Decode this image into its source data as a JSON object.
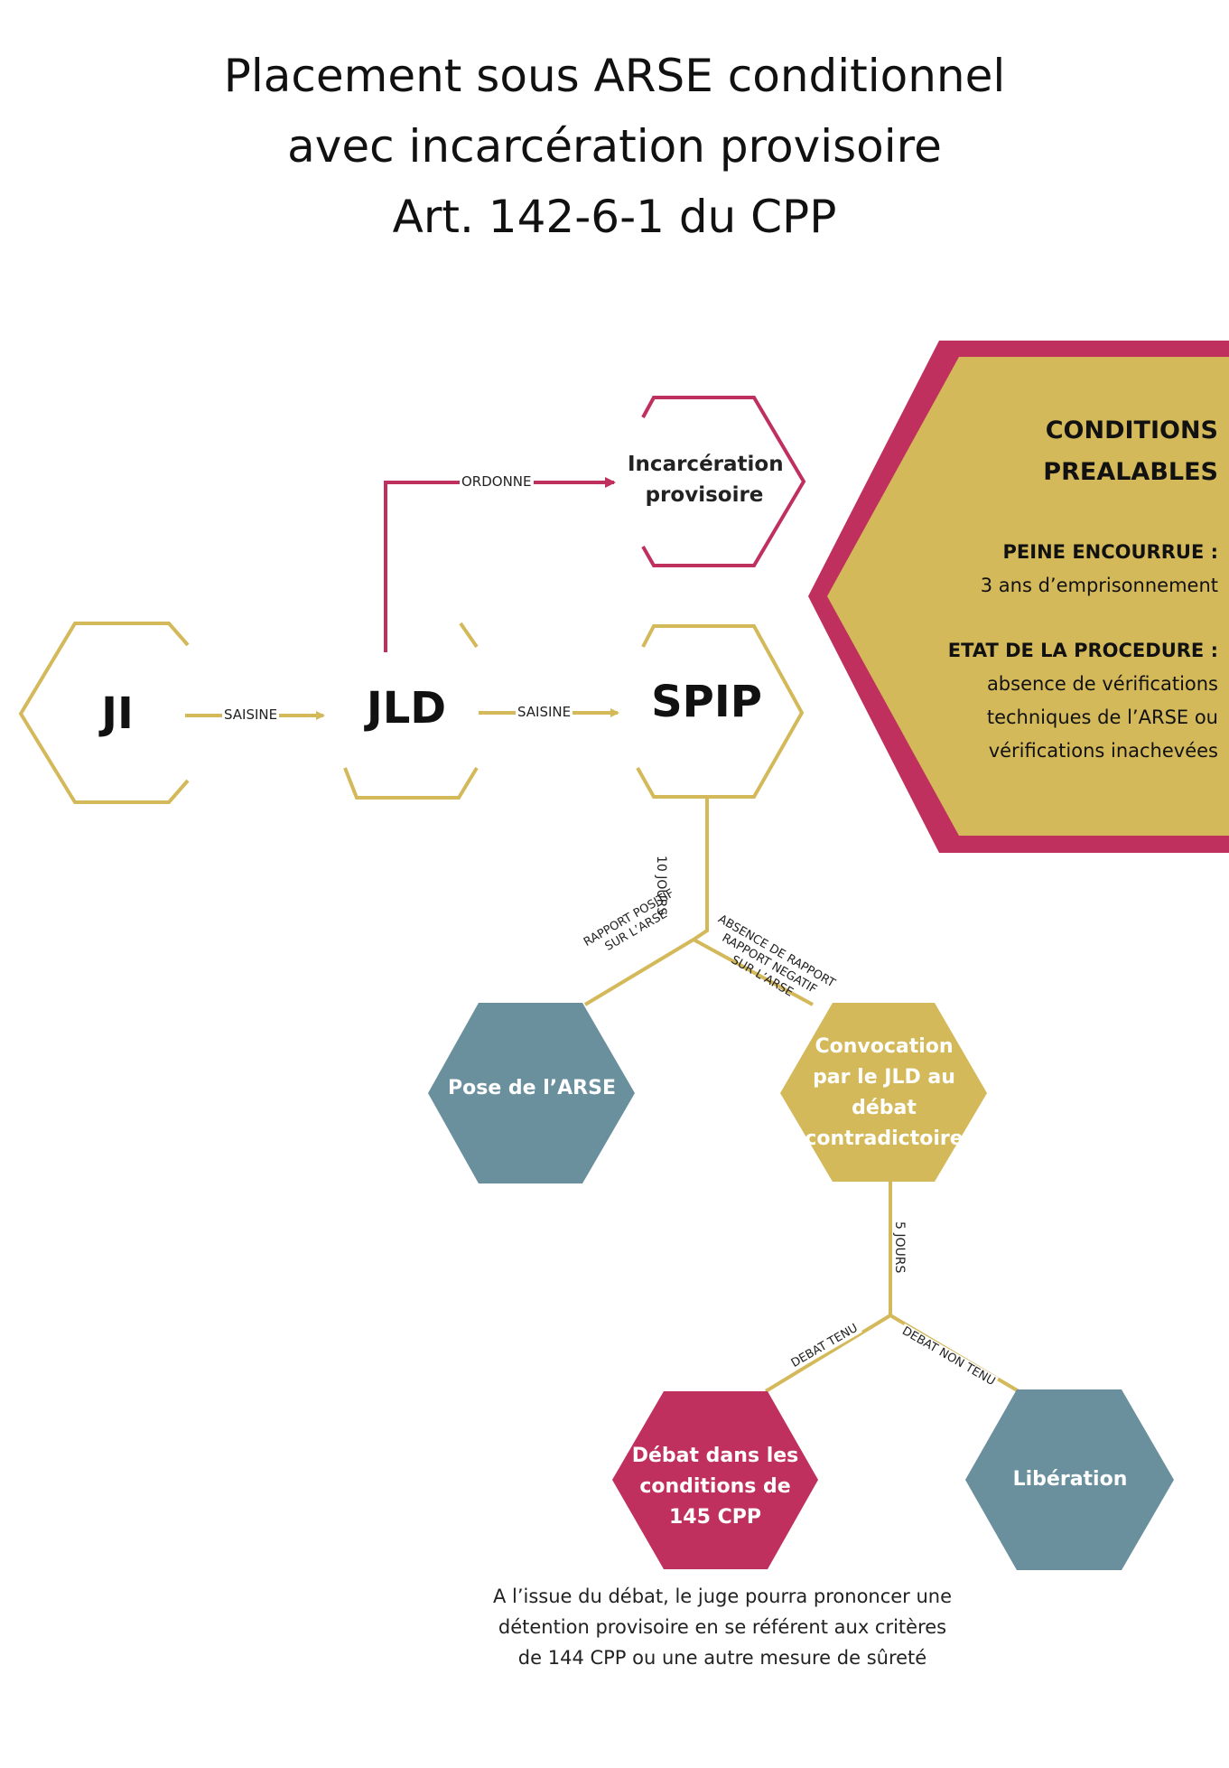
{
  "title": {
    "line1": "Placement sous ARSE conditionnel",
    "line2": "avec incarcération provisoire",
    "line3": "Art. 142-6-1 du CPP"
  },
  "nodes": {
    "ji": "JI",
    "jld": "JLD",
    "spip": "SPIP",
    "incarceration_line1": "Incarcération",
    "incarceration_line2": "provisoire",
    "pose": "Pose de l’ARSE",
    "convocation_line1": "Convocation",
    "convocation_line2": "par le JLD au",
    "convocation_line3": "débat",
    "convocation_line4": "contradictoire",
    "debat_line1": "Débat dans les",
    "debat_line2": "conditions de",
    "debat_line3": "145 CPP",
    "liberation": "Libération"
  },
  "edges": {
    "ji_jld": "SAISINE",
    "jld_spip": "SAISINE",
    "jld_incarceration": "ORDONNE",
    "spip_delay": "10 JOURS",
    "positive_line1": "RAPPORT POSITIF",
    "positive_line2": "SUR L’ARSE",
    "negative_line1": "ABSENCE DE RAPPORT",
    "negative_line2": "RAPPORT NEGATIF",
    "negative_line3": "SUR L’ARSE",
    "convocation_delay": "5 JOURS",
    "debat_tenu": "DEBAT TENU",
    "debat_non_tenu": "DEBAT NON TENU"
  },
  "conditions": {
    "heading_line1": "CONDITIONS",
    "heading_line2": "PREALABLES",
    "peine_label": "PEINE ENCOURRUE :",
    "peine_value": "3 ans d’emprisonnement",
    "etat_label": "ETAT DE LA PROCEDURE :",
    "etat_line1": "absence de vérifications",
    "etat_line2": "techniques de l’ARSE ou",
    "etat_line3": "vérifications inachevées"
  },
  "note": {
    "line1": "A l’issue du débat, le juge pourra prononcer une",
    "line2": "détention provisoire en se référent aux critères",
    "line3": "de 144 CPP ou une autre mesure de sûreté"
  },
  "colors": {
    "gold": "#D4B95A",
    "crimson": "#C0305E",
    "teal": "#6A909E",
    "text": "#111111"
  }
}
